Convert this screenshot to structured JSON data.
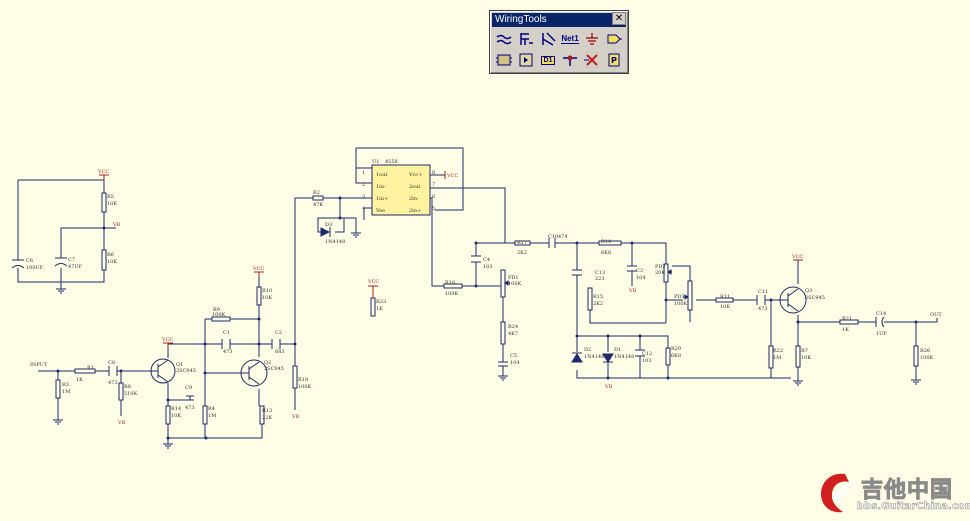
{
  "wiring_tools": {
    "title": "WiringTools",
    "close": "✕",
    "net_label": "Net1",
    "port_label": "D1",
    "tools_row1": [
      "wire",
      "bus",
      "bus-entry",
      "net-label",
      "ground-power",
      "vcc-power"
    ],
    "tools_row2": [
      "component",
      "sheet-symbol",
      "sheet-entry",
      "junction",
      "no-erc",
      "port"
    ]
  },
  "watermark": {
    "chinese": "吉他中国",
    "url": "bbs.GuitarChina.com"
  },
  "schematic": {
    "vcc": "VCC",
    "ic": {
      "ref": "U1",
      "type": "4558",
      "pin_labels": [
        "1out",
        "1in-",
        "1in+",
        "Vee",
        "Vcc+",
        "2out",
        "2in-",
        "2in+"
      ],
      "pins": [
        "1",
        "2",
        "3",
        "4",
        "8",
        "7",
        "6",
        "5"
      ]
    },
    "components": {
      "c6": "C6",
      "c6v": "100UF",
      "c7": "C7",
      "c7v": "47UF",
      "r5": "R5",
      "r5v": "10K",
      "r6": "R6",
      "r6v": "10K",
      "vb": "VB",
      "input": "INPUT",
      "r1": "R1",
      "r1v": "1K",
      "c8": "C8",
      "c8v": "473",
      "r8": "R8",
      "r8v": "510K",
      "r3": "R3",
      "r3v": "1M",
      "q1": "Q1",
      "q1v": "2SC945",
      "c9": "C9",
      "c9v": "473",
      "r14": "R14",
      "r14v": "10K",
      "r4": "R4",
      "r4v": "1M",
      "r9": "R9",
      "r9v": "100K",
      "c1": "C1",
      "c1v": "473",
      "q2": "Q2",
      "q2v": "2SC945",
      "r10": "R10",
      "r10v": "10K",
      "r13": "R13",
      "r13v": "22K",
      "c2": "C2",
      "c2v": "683",
      "r18": "R18",
      "r18v": "100K",
      "r2": "R2",
      "r2v": "47K",
      "d3": "D3",
      "d3v": "1N4148",
      "r23": "R23",
      "r23v": "1K",
      "c4": "C4",
      "c4v": "103",
      "r16": "R16",
      "r16v": "100K",
      "pd1": "PD1",
      "pd1v": "100K",
      "r24": "R24",
      "r24v": "4K7",
      "c5": "C5",
      "c5v": "104",
      "r17": "R17",
      "r17v": "2K2",
      "c10": "C10",
      "c10v": "474",
      "r19": "R19",
      "r19v": "6K8",
      "c13": "C13",
      "c13v": "223",
      "c3": "C3",
      "c3v": "104",
      "r15": "R15",
      "r15v": "2K2",
      "pd2": "PD2",
      "pd2v": "20K",
      "d2": "D2",
      "d2v": "1N4148",
      "d1": "D1",
      "d1v": "1N4148",
      "c12": "C12",
      "c12v": "103",
      "r20": "R20",
      "r20v": "6K8",
      "pd3": "PD3",
      "pd3v": "100K",
      "r11": "R11",
      "r11v": "10K",
      "c11": "C11",
      "c11v": "473",
      "r22": "R22",
      "r22v": "1M",
      "q3": "Q3",
      "q3v": "2SC945",
      "r7": "R7",
      "r7v": "10K",
      "r21": "R21",
      "r21v": "1K",
      "c14": "C14",
      "c14v": "1UF",
      "out": "OUT",
      "r26": "R26",
      "r26v": "100K"
    }
  }
}
